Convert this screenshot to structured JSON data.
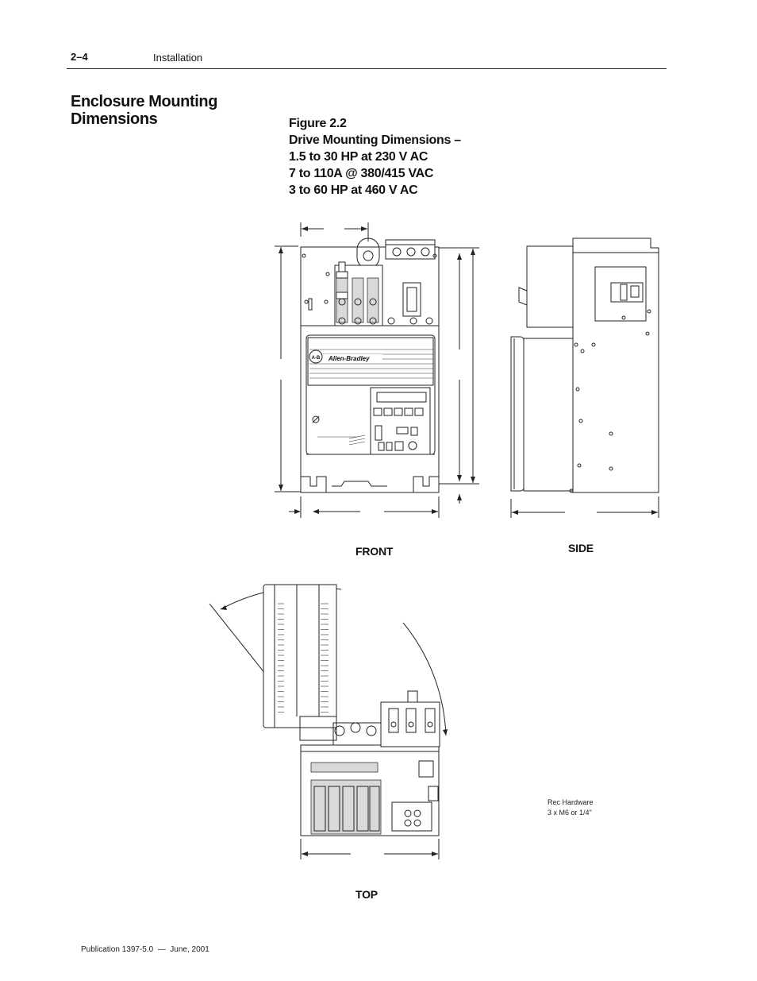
{
  "header": {
    "page_number": "2–4",
    "section": "Installation"
  },
  "section_title": "Enclosure Mounting Dimensions",
  "figure": {
    "number": "Figure 2.2",
    "caption_lines": [
      "Drive Mounting Dimensions –",
      "1.5 to 30 HP at 230 V AC",
      "7 to 110A @ 380/415 VAC",
      "3 to 60 HP at 460 V AC"
    ]
  },
  "drawing": {
    "brand_label": "Allen-Bradley",
    "logo_text": "A-B"
  },
  "views": {
    "front": "FRONT",
    "side": "SIDE",
    "top": "TOP"
  },
  "hardware_note": {
    "line1": "Rec Hardware",
    "line2": "3 x M6 or 1/4\""
  },
  "footer": {
    "publication": "Publication 1397-5.0  —  June, 2001"
  }
}
